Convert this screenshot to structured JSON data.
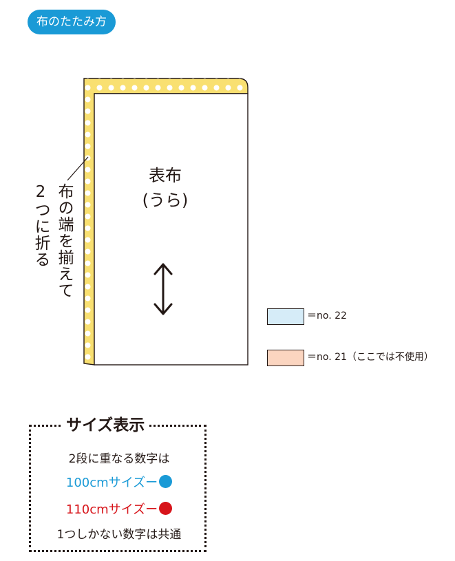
{
  "header": {
    "label": "布のたたみ方"
  },
  "diagram": {
    "fabric_label_line1": "表布",
    "fabric_label_line2": "(うら)",
    "fold_note_col1": "布の端を揃えて",
    "fold_note_col2": "2つに折る",
    "arrow": "grain-line-arrow-icon",
    "selvedge_color": "#f9e071"
  },
  "legend": [
    {
      "color": "#d6ecf8",
      "label": "＝no. 22"
    },
    {
      "color": "#fbd5c0",
      "label": "＝no. 21（ここでは不使用）"
    }
  ],
  "size_box": {
    "title": "サイズ表示",
    "line1": "2段に重なる数字は",
    "line2": "100cmサイズー",
    "line2_color": "#1a9ad6",
    "line3": "110cmサイズー",
    "line3_color": "#d7141a",
    "line4": "1つしかない数字は共通"
  }
}
